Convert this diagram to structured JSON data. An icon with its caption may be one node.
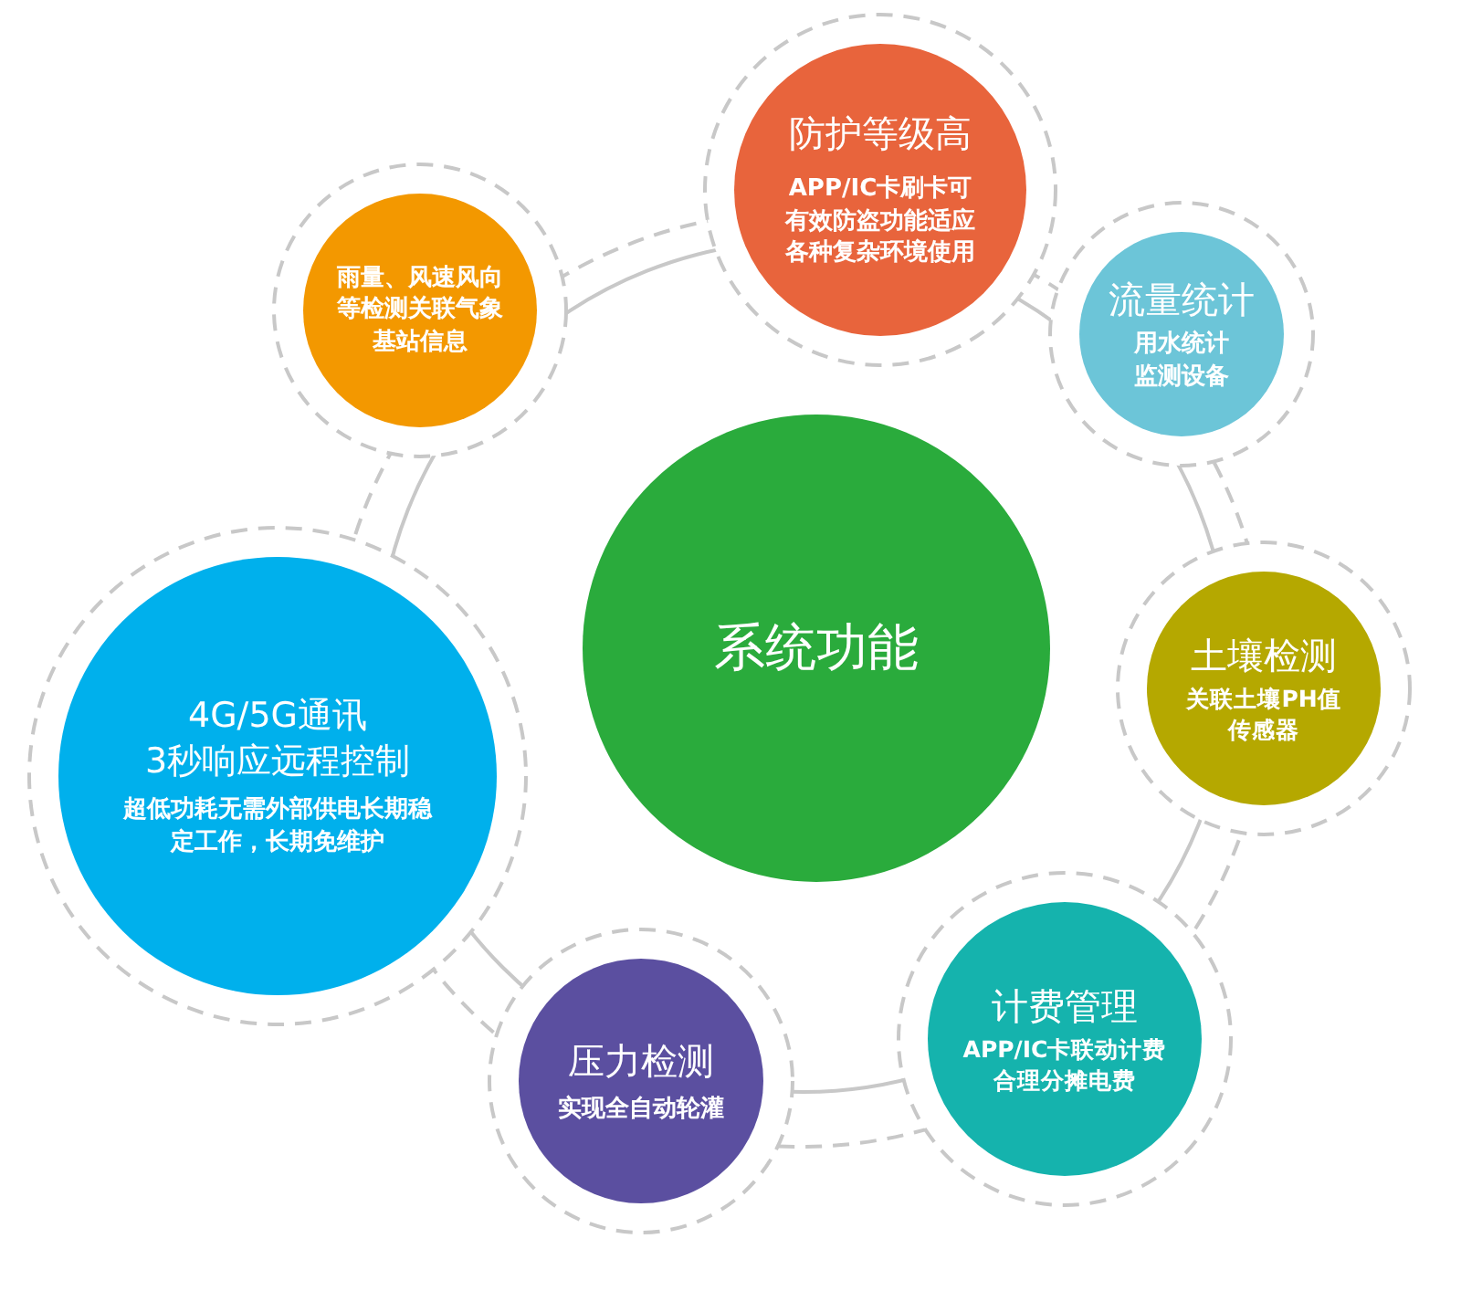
{
  "diagram": {
    "nodes": [
      {
        "text": [
          "系统功能"
        ]
      },
      {
        "text": [
          "防护等级高",
          "APP/IC卡刷卡可有效防盗功能适应各种复杂环境使用"
        ]
      },
      {
        "text": [
          "雨量、风速风向等检测关联气象基站信息"
        ]
      },
      {
        "text": [
          "流量统计",
          "用水统计监测设备"
        ]
      },
      {
        "text": [
          "4G/5G通讯",
          "3秒响应远程控制",
          "超低功耗无需外部供电长期稳定工作，长期免维护"
        ]
      },
      {
        "text": [
          "土壤检测",
          "关联土壤PH值传感器"
        ]
      },
      {
        "text": [
          "压力检测",
          "实现全自动轮灌"
        ]
      },
      {
        "text": [
          "计费管理",
          "APP/IC卡联动计费合理分摊电费"
        ]
      }
    ]
  }
}
